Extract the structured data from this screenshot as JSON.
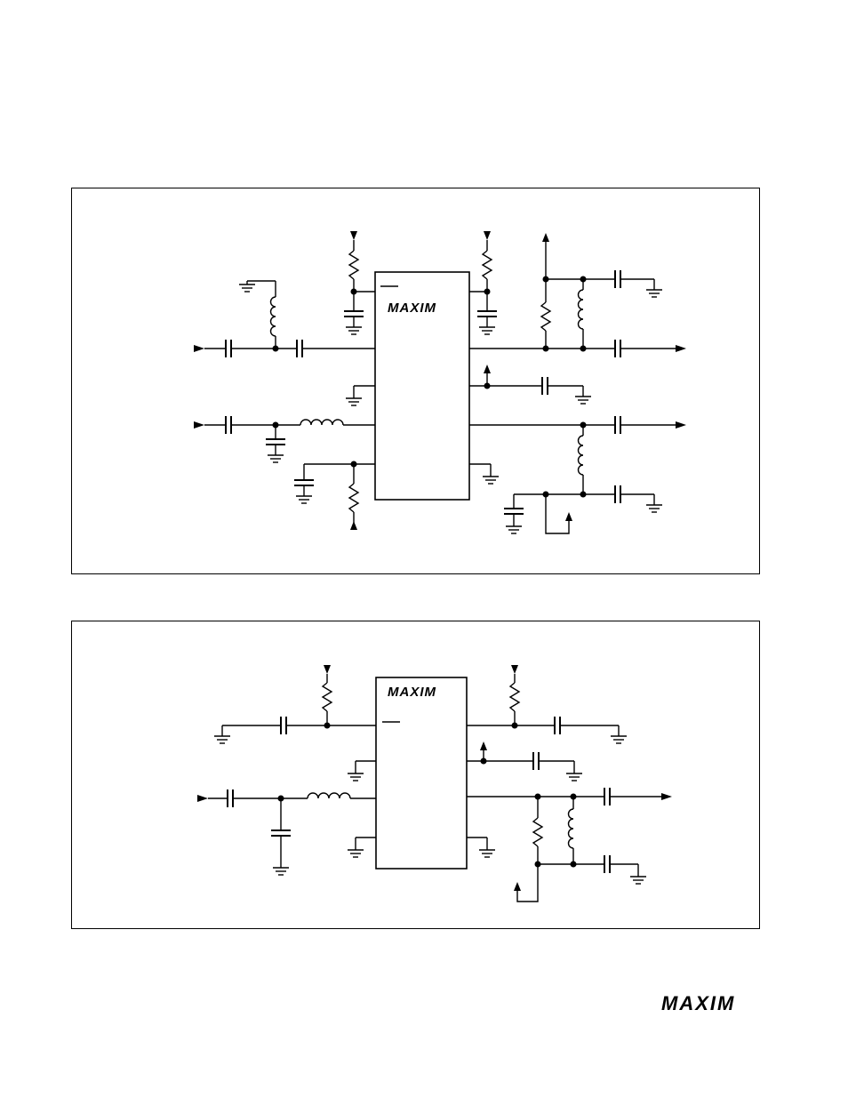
{
  "brand": {
    "name": "MAXIM",
    "ic1_logo": "MAXIM",
    "ic2_logo": "MAXIM",
    "footer_logo": "MAXIM"
  },
  "diagrams": [
    {
      "id": "circuit-1"
    },
    {
      "id": "circuit-2"
    }
  ]
}
